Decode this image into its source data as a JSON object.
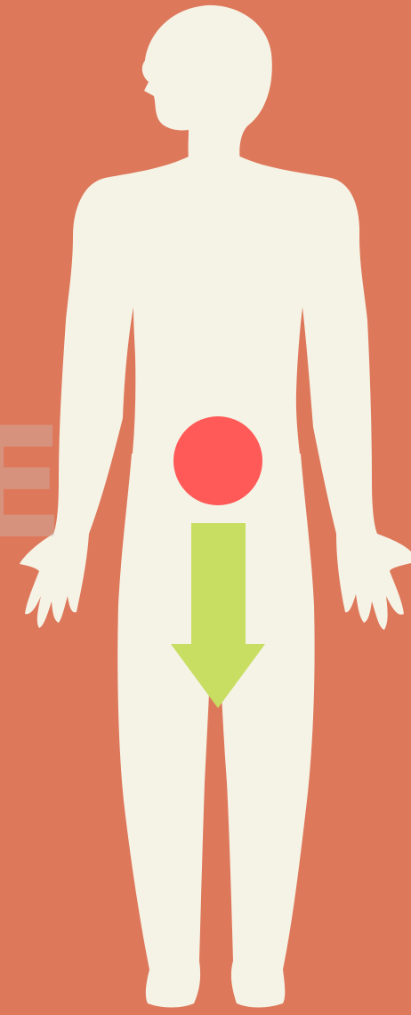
{
  "figure": {
    "background_color": "#DE785B",
    "body_color": "#F5F3E6",
    "marker_color": "#FF5A58",
    "arrow_color": "#C8DE62",
    "letter_color": "#C9C4BB"
  },
  "body": {
    "icon": "human-body-front-silhouette"
  },
  "marker": {
    "icon": "red-circle-marker"
  },
  "arrow": {
    "icon": "arrow-down",
    "direction": "down"
  },
  "cut_letter": {
    "text": "E"
  }
}
